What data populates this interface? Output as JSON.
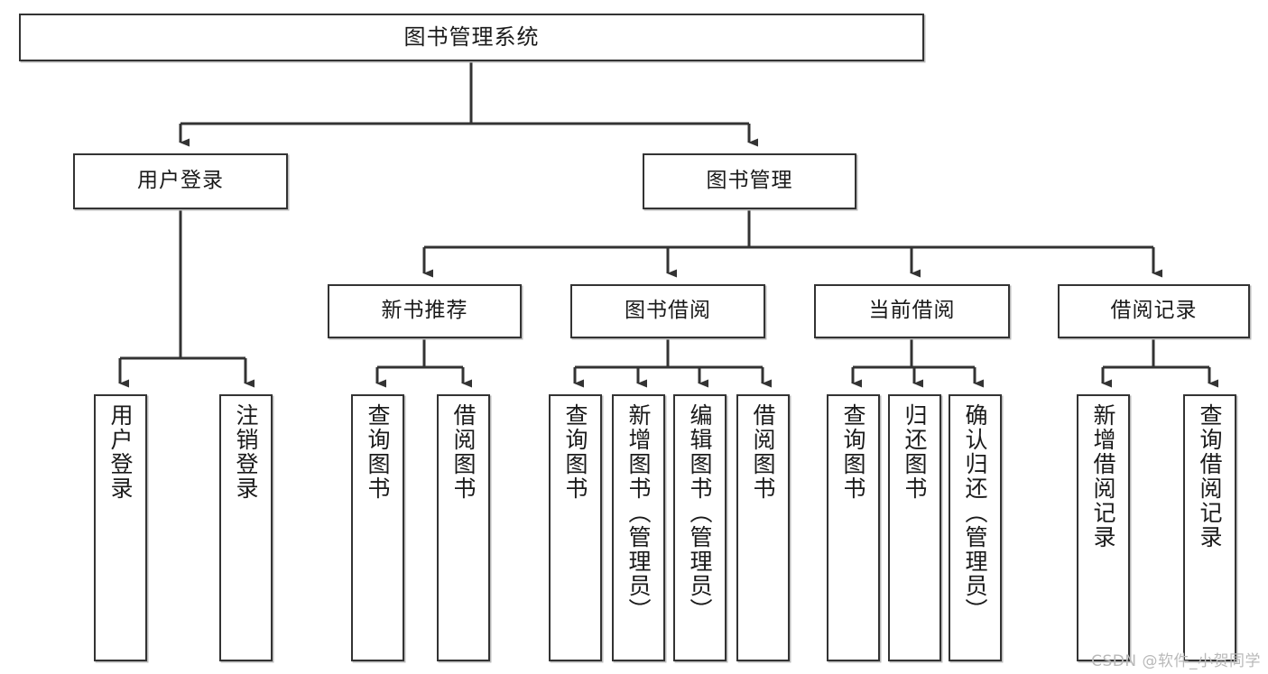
{
  "diagram": {
    "title": "图书管理系统",
    "watermark": "CSDN @软件_小贺同学",
    "colors": {
      "box_border": "#333333",
      "box_fill": "#ffffff",
      "edge": "#333333",
      "text": "#1a1a1a",
      "watermark": "#b9b9b9"
    },
    "levels": {
      "root_label": "图书管理系统",
      "level2": [
        {
          "id": "user-login",
          "label": "用户登录"
        },
        {
          "id": "book-management",
          "label": "图书管理"
        }
      ],
      "level3": [
        {
          "id": "new-book-recommend",
          "label": "新书推荐"
        },
        {
          "id": "book-borrow",
          "label": "图书借阅"
        },
        {
          "id": "current-borrow",
          "label": "当前借阅"
        },
        {
          "id": "borrow-record",
          "label": "借阅记录"
        }
      ],
      "leaves": {
        "user-login": [
          {
            "id": "leaf-user-login",
            "label": "用户登录"
          },
          {
            "id": "leaf-logout",
            "label": "注销登录"
          }
        ],
        "new-book-recommend": [
          {
            "id": "leaf-query-book-1",
            "label": "查询图书"
          },
          {
            "id": "leaf-borrow-book-1",
            "label": "借阅图书"
          }
        ],
        "book-borrow": [
          {
            "id": "leaf-query-book-2",
            "label": "查询图书"
          },
          {
            "id": "leaf-add-book-admin",
            "label": "新增图书（管理员）"
          },
          {
            "id": "leaf-edit-book-admin",
            "label": "编辑图书（管理员）"
          },
          {
            "id": "leaf-borrow-book-2",
            "label": "借阅图书"
          }
        ],
        "current-borrow": [
          {
            "id": "leaf-query-book-3",
            "label": "查询图书"
          },
          {
            "id": "leaf-return-book",
            "label": "归还图书"
          },
          {
            "id": "leaf-confirm-return-admin",
            "label": "确认归还（管理员）"
          }
        ],
        "borrow-record": [
          {
            "id": "leaf-add-borrow-record",
            "label": "新增借阅记录"
          },
          {
            "id": "leaf-query-borrow-record",
            "label": "查询借阅记录"
          }
        ]
      }
    }
  }
}
